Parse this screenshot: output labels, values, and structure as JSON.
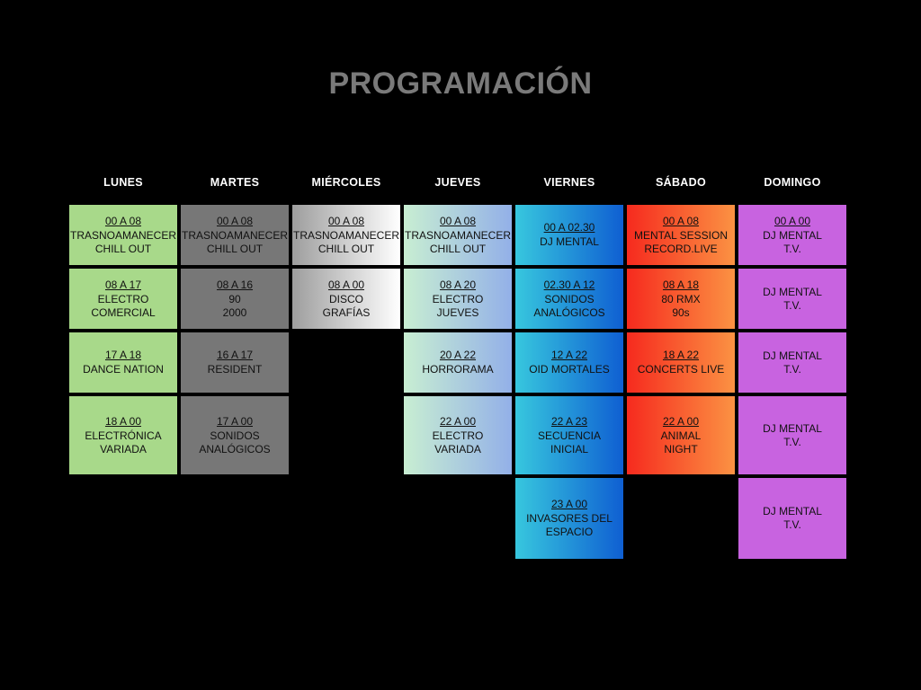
{
  "title": "PROGRAMACIÓN",
  "colors": {
    "background": "#000000",
    "title": "#7a7a7a",
    "day_header": "#ffffff",
    "lunes": "#a8d98a",
    "martes": "#777777",
    "miercoles_from": "#9e9e9e",
    "miercoles_to": "#ffffff",
    "jueves_from": "#c8eed2",
    "jueves_to": "#93b0e8",
    "viernes_from": "#37c7de",
    "viernes_to": "#0f5fd2",
    "sabado_from": "#f62a1e",
    "sabado_to": "#fb9243",
    "domingo": "#c863e0"
  },
  "schedule": {
    "columns": [
      {
        "day": "LUNES",
        "slots": [
          {
            "time": "00 A 08",
            "lines": [
              "TRASNOAMANECER",
              "CHILL OUT"
            ]
          },
          {
            "time": "08 A 17",
            "lines": [
              "ELECTRO",
              "COMERCIAL"
            ]
          },
          {
            "time": "17 A 18",
            "lines": [
              "DANCE NATION"
            ]
          },
          {
            "time": "18 A 00",
            "lines": [
              "ELECTRÓNICA",
              "VARIADA"
            ]
          }
        ]
      },
      {
        "day": "MARTES",
        "slots": [
          {
            "time": "00 A 08",
            "lines": [
              "TRASNOAMANECER",
              "CHILL OUT"
            ]
          },
          {
            "time": "08 A 16",
            "lines": [
              "90",
              "2000"
            ]
          },
          {
            "time": "16 A 17",
            "lines": [
              "RESIDENT"
            ]
          },
          {
            "time": "17 A 00",
            "lines": [
              "SONIDOS",
              "ANALÓGICOS"
            ]
          }
        ]
      },
      {
        "day": "MIÉRCOLES",
        "slots": [
          {
            "time": "00 A 08",
            "lines": [
              "TRASNOAMANECER",
              "CHILL OUT"
            ]
          },
          {
            "time": "08 A 00",
            "lines": [
              "DISCO",
              "GRAFÍAS"
            ]
          }
        ]
      },
      {
        "day": "JUEVES",
        "slots": [
          {
            "time": "00 A 08",
            "lines": [
              "TRASNOAMANECER",
              "CHILL OUT"
            ]
          },
          {
            "time": "08 A 20",
            "lines": [
              "ELECTRO",
              "JUEVES"
            ]
          },
          {
            "time": "20 A 22",
            "lines": [
              "HORRORAMA"
            ]
          },
          {
            "time": "22 A 00",
            "lines": [
              "ELECTRO",
              "VARIADA"
            ]
          }
        ]
      },
      {
        "day": "VIERNES",
        "slots": [
          {
            "time": "00 A 02.30",
            "lines": [
              "DJ MENTAL"
            ]
          },
          {
            "time": "02.30 A 12",
            "lines": [
              "SONIDOS",
              "ANALÓGICOS"
            ]
          },
          {
            "time": "12 A 22",
            "lines": [
              "OID MORTALES"
            ]
          },
          {
            "time": "22 A 23",
            "lines": [
              "SECUENCIA",
              "INICIAL"
            ]
          },
          {
            "time": "23 A 00",
            "lines": [
              "INVASORES DEL",
              "ESPACIO"
            ]
          }
        ]
      },
      {
        "day": "SÁBADO",
        "slots": [
          {
            "time": "00 A 08",
            "lines": [
              "MENTAL SESSION",
              "RECORD.LIVE"
            ]
          },
          {
            "time": "08 A 18",
            "lines": [
              "80 RMX",
              "90s"
            ]
          },
          {
            "time": "18 A 22",
            "lines": [
              "CONCERTS LIVE"
            ]
          },
          {
            "time": "22 A 00",
            "lines": [
              "ANIMAL",
              "NIGHT"
            ]
          }
        ]
      },
      {
        "day": "DOMINGO",
        "slots": [
          {
            "time": "00 A 00",
            "lines": [
              "DJ MENTAL",
              "T.V."
            ]
          },
          {
            "time": "",
            "lines": [
              "DJ MENTAL",
              "T.V."
            ]
          },
          {
            "time": "",
            "lines": [
              "DJ MENTAL",
              "T.V."
            ]
          },
          {
            "time": "",
            "lines": [
              "DJ MENTAL",
              "T.V."
            ]
          },
          {
            "time": "",
            "lines": [
              "DJ MENTAL",
              "T.V."
            ]
          }
        ]
      }
    ]
  }
}
